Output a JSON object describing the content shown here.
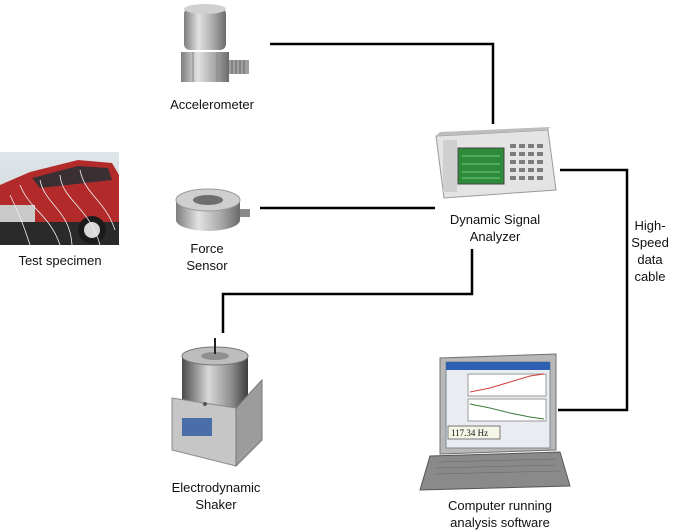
{
  "labels": {
    "accelerometer": "Accelerometer",
    "force_sensor_line1": "Force",
    "force_sensor_line2": "Sensor",
    "test_specimen": "Test specimen",
    "analyzer_line1": "Dynamic Signal",
    "analyzer_line2": "Analyzer",
    "cable_line1": "High-",
    "cable_line2": "Speed",
    "cable_line3": "data",
    "cable_line4": "cable",
    "shaker_line1": "Electrodynamic",
    "shaker_line2": "Shaker",
    "computer_line1": "Computer running",
    "computer_line2": "analysis software",
    "laptop_readout": "117.34 Hz"
  },
  "icons": {
    "accelerometer": "accelerometer-icon",
    "force_sensor": "force-sensor-icon",
    "test_specimen": "car-photo",
    "analyzer": "signal-analyzer-icon",
    "shaker": "shaker-icon",
    "laptop": "laptop-icon"
  },
  "colors": {
    "connector_line": "#000000",
    "analyzer_screen": "#2e8b3a",
    "car_body": "#b22a2a",
    "shaker_plate": "#4a6fa8"
  }
}
